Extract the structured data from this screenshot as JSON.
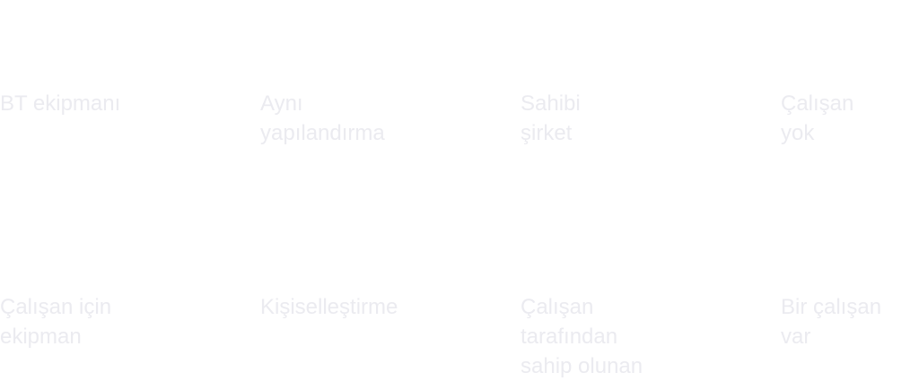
{
  "cells": [
    {
      "lines": [
        "BT ekipmanı"
      ]
    },
    {
      "lines": [
        "Aynı",
        "yapılandırma"
      ]
    },
    {
      "lines": [
        "Sahibi",
        "şirket"
      ]
    },
    {
      "lines": [
        "Çalışan",
        "yok"
      ]
    },
    {
      "lines": [
        "Çalışan için",
        "ekipman"
      ]
    },
    {
      "lines": [
        "Kişiselleştirme"
      ]
    },
    {
      "lines": [
        "Çalışan",
        "tarafından",
        "sahip olunan"
      ]
    },
    {
      "lines": [
        "Bir çalışan",
        "var"
      ]
    }
  ],
  "colors": {
    "text": "#ebebf0",
    "background": "#ffffff"
  }
}
